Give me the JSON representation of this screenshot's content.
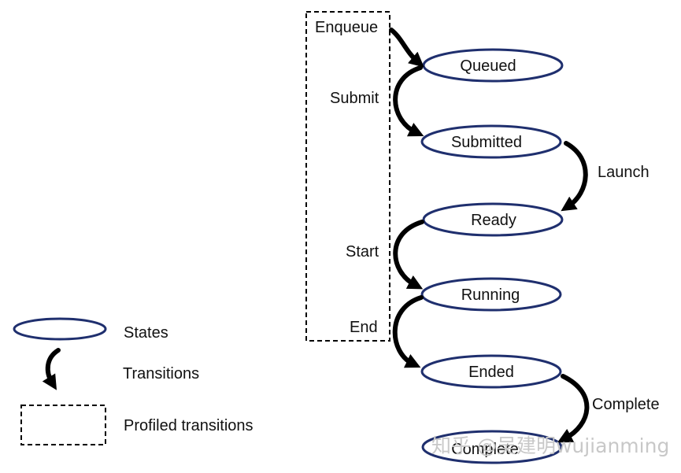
{
  "states": [
    {
      "id": "queued",
      "label": "Queued"
    },
    {
      "id": "submitted",
      "label": "Submitted"
    },
    {
      "id": "ready",
      "label": "Ready"
    },
    {
      "id": "running",
      "label": "Running"
    },
    {
      "id": "ended",
      "label": "Ended"
    },
    {
      "id": "complete",
      "label": "Complete"
    }
  ],
  "transitions": [
    {
      "id": "enqueue",
      "label": "Enqueue",
      "profiled": true
    },
    {
      "id": "submit",
      "label": "Submit",
      "profiled": true
    },
    {
      "id": "launch",
      "label": "Launch",
      "profiled": false
    },
    {
      "id": "start",
      "label": "Start",
      "profiled": true
    },
    {
      "id": "end",
      "label": "End",
      "profiled": true
    },
    {
      "id": "complete",
      "label": "Complete",
      "profiled": false
    }
  ],
  "legend": {
    "states": "States",
    "transitions": "Transitions",
    "profiled": "Profiled transitions"
  },
  "watermark": "知乎 @吴建明wujianming",
  "colors": {
    "ellipse_stroke": "#1f2f6e",
    "arrow": "#000000",
    "watermark": "#c8c8c8"
  }
}
